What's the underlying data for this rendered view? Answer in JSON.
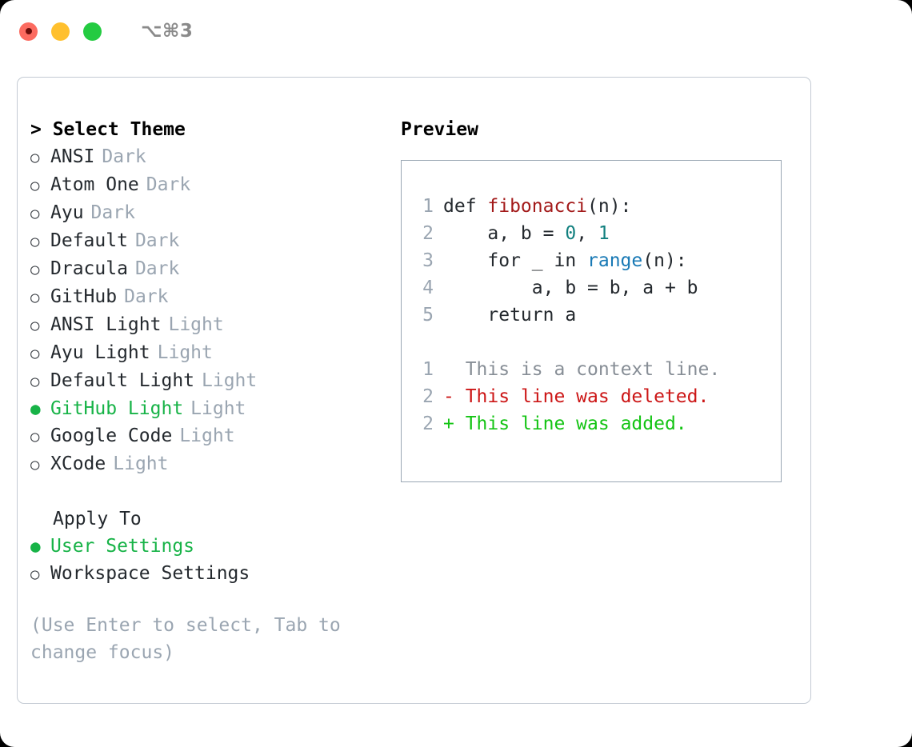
{
  "titlebar": {
    "shortcut": "⌥⌘3",
    "lights": [
      {
        "name": "close",
        "color": "#fc6b60"
      },
      {
        "name": "minimize",
        "color": "#ffc02e"
      },
      {
        "name": "maximize",
        "color": "#24cb41"
      }
    ]
  },
  "theme_picker": {
    "prompt": "> Select Theme",
    "bullet_unselected": "○",
    "bullet_selected": "●",
    "items": [
      {
        "label": "ANSI",
        "badge": "Dark",
        "selected": false
      },
      {
        "label": "Atom One",
        "badge": "Dark",
        "selected": false
      },
      {
        "label": "Ayu",
        "badge": "Dark",
        "selected": false
      },
      {
        "label": "Default",
        "badge": "Dark",
        "selected": false
      },
      {
        "label": "Dracula",
        "badge": "Dark",
        "selected": false
      },
      {
        "label": "GitHub",
        "badge": "Dark",
        "selected": false
      },
      {
        "label": "ANSI Light",
        "badge": "Light",
        "selected": false
      },
      {
        "label": "Ayu Light",
        "badge": "Light",
        "selected": false
      },
      {
        "label": "Default Light",
        "badge": "Light",
        "selected": false
      },
      {
        "label": "GitHub Light",
        "badge": "Light",
        "selected": true
      },
      {
        "label": "Google Code",
        "badge": "Light",
        "selected": false
      },
      {
        "label": "XCode",
        "badge": "Light",
        "selected": false
      }
    ]
  },
  "apply_to": {
    "heading": "Apply To",
    "items": [
      {
        "label": "User Settings",
        "selected": true
      },
      {
        "label": "Workspace Settings",
        "selected": false
      }
    ]
  },
  "hint": "(Use Enter to select, Tab to change focus)",
  "preview": {
    "title": "Preview",
    "code_lines": [
      {
        "no": "1",
        "segments": [
          {
            "text": "def ",
            "tok": "code-text"
          },
          {
            "text": "fibonacci",
            "tok": "tok-fn"
          },
          {
            "text": "(n):",
            "tok": "code-text"
          }
        ]
      },
      {
        "no": "2",
        "segments": [
          {
            "text": "    a, b = ",
            "tok": "code-text"
          },
          {
            "text": "0",
            "tok": "tok-num"
          },
          {
            "text": ", ",
            "tok": "code-text"
          },
          {
            "text": "1",
            "tok": "tok-num"
          }
        ]
      },
      {
        "no": "3",
        "segments": [
          {
            "text": "    for _ in ",
            "tok": "code-text"
          },
          {
            "text": "range",
            "tok": "tok-call"
          },
          {
            "text": "(n):",
            "tok": "code-text"
          }
        ]
      },
      {
        "no": "4",
        "segments": [
          {
            "text": "        a, b = b, a + b",
            "tok": "code-text"
          }
        ]
      },
      {
        "no": "5",
        "segments": [
          {
            "text": "    return a",
            "tok": "code-text"
          }
        ]
      }
    ],
    "diff_lines": [
      {
        "no": "1",
        "marker": "  ",
        "text": "This is a context line.",
        "tok": "diff-ctx"
      },
      {
        "no": "2",
        "marker": "- ",
        "text": "This line was deleted.",
        "tok": "diff-del"
      },
      {
        "no": "2",
        "marker": "+ ",
        "text": "This line was added.",
        "tok": "diff-add"
      }
    ]
  }
}
